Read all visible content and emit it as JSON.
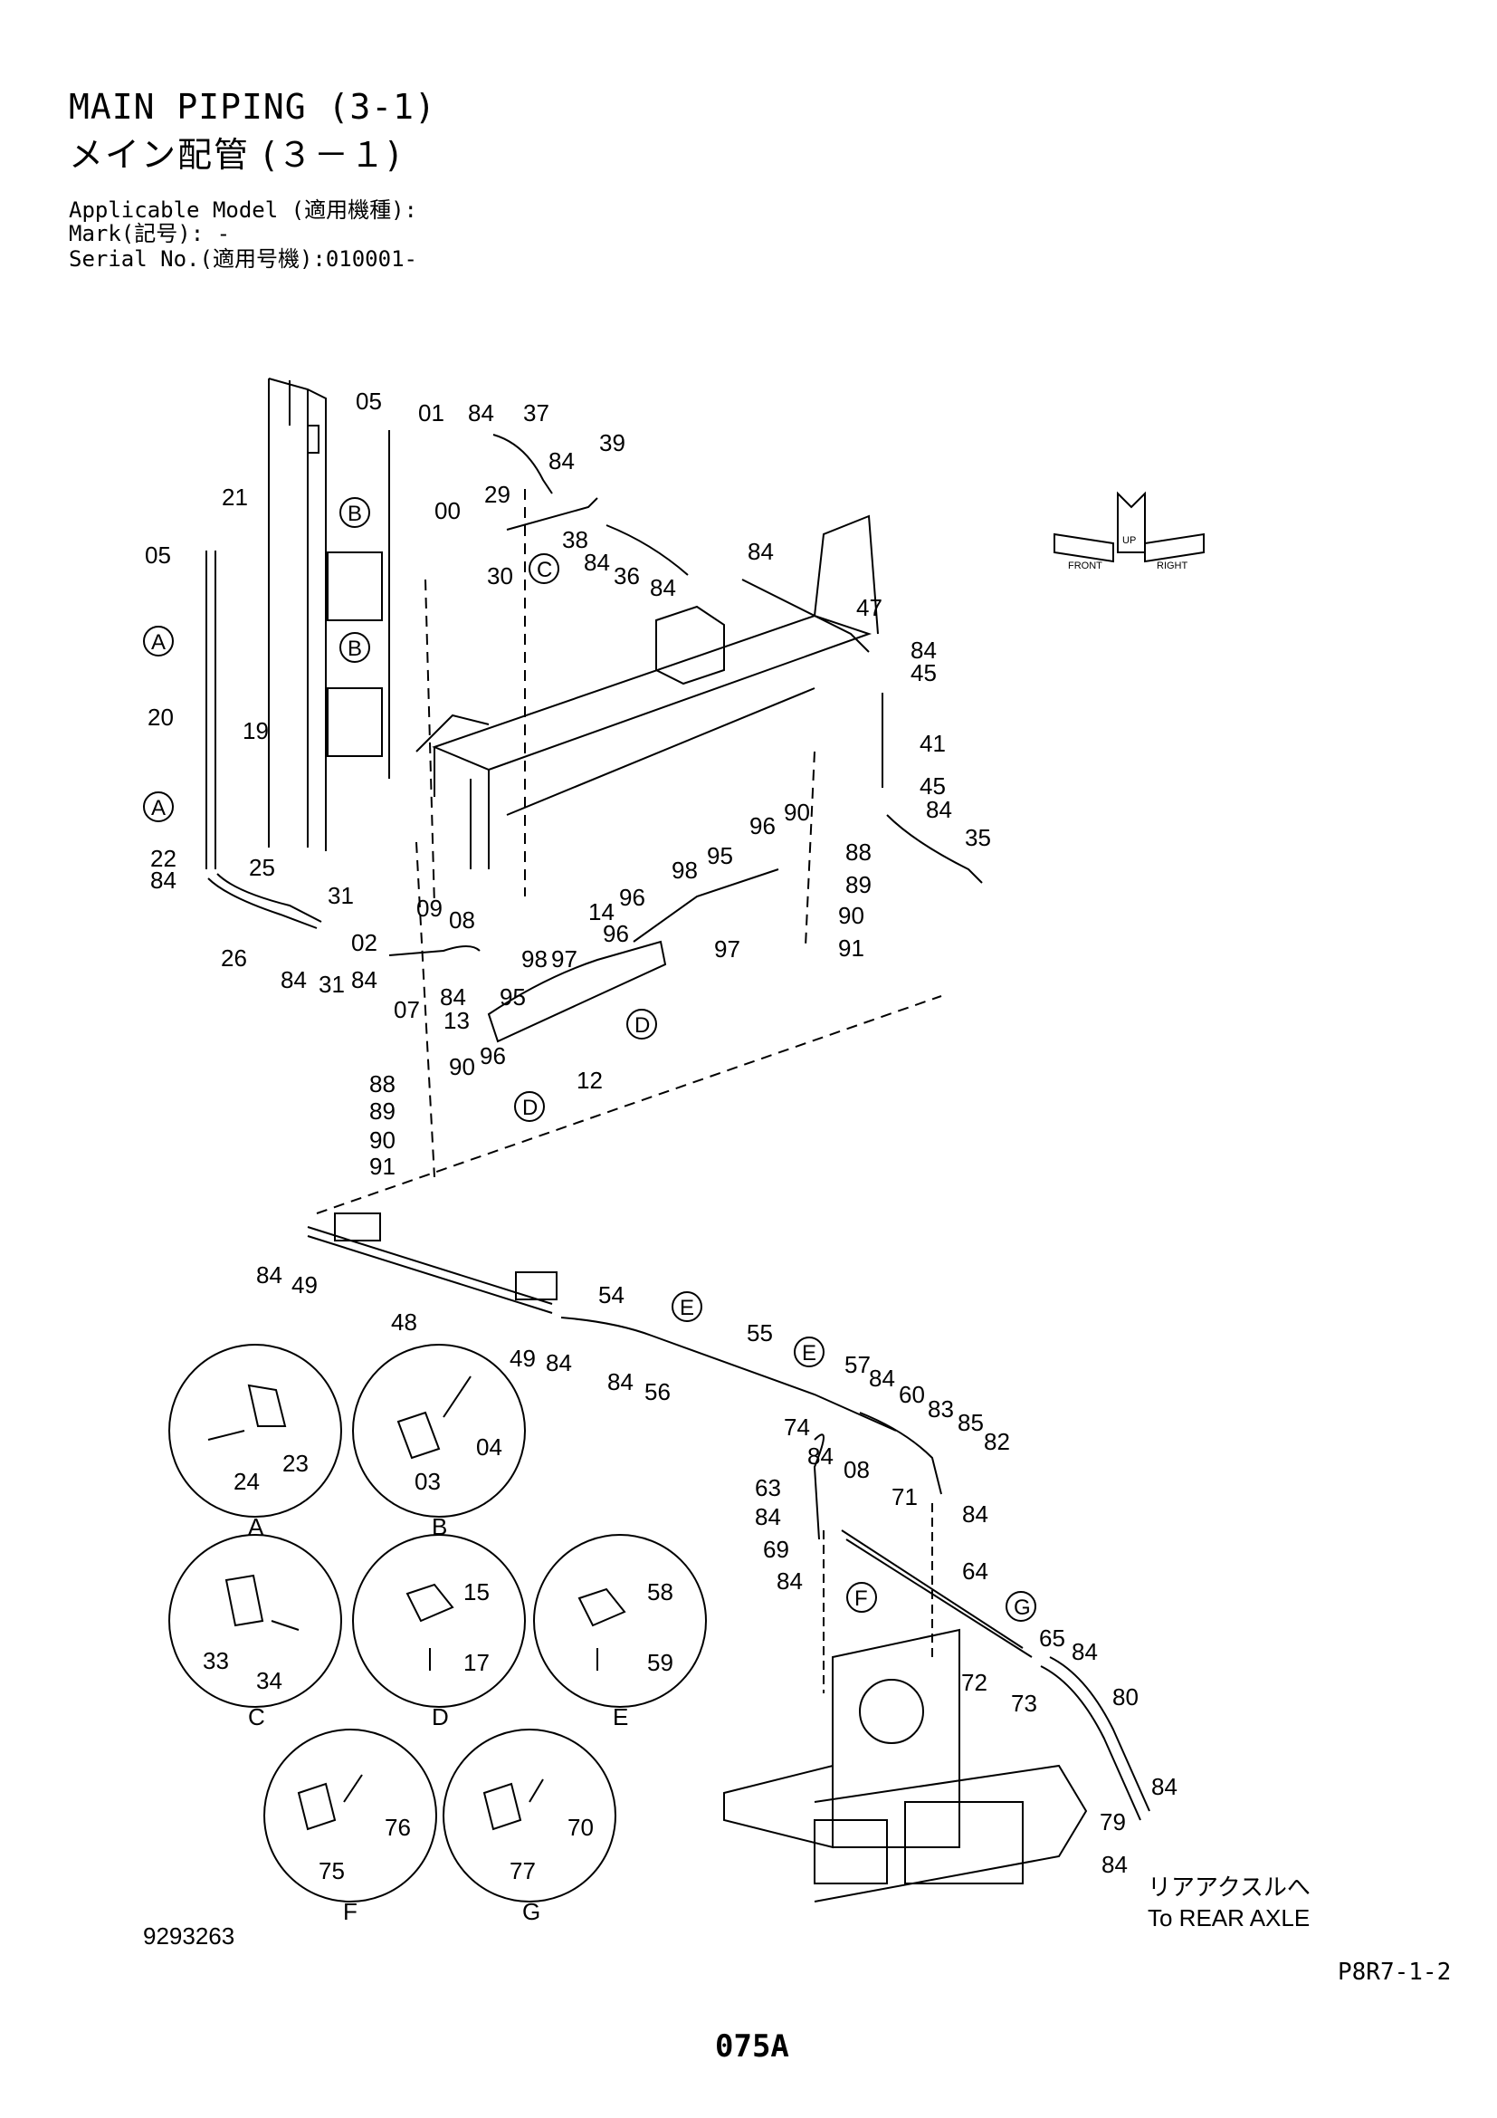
{
  "header": {
    "title_en": "MAIN PIPING (3-1)",
    "title_jp": "メイン配管 (３－１)",
    "applicable_model_label": "Applicable Model (適用機種):",
    "mark_label": "Mark(記号): -",
    "serial_label": "Serial No.(適用号機):010001-"
  },
  "footer": {
    "drawing_number": "9293263",
    "page_reference": "P8R7-1-2",
    "page_number": "075A"
  },
  "direction_indicator": {
    "labels": [
      "FRONT",
      "RIGHT",
      "UP"
    ]
  },
  "rear_axle_note": {
    "jp": "リアアクスルへ",
    "en": "To REAR AXLE"
  },
  "detail_views": [
    {
      "letter": "A",
      "parts": [
        "23",
        "24"
      ]
    },
    {
      "letter": "B",
      "parts": [
        "04",
        "03"
      ]
    },
    {
      "letter": "C",
      "parts": [
        "33",
        "34"
      ]
    },
    {
      "letter": "D",
      "parts": [
        "15",
        "17"
      ]
    },
    {
      "letter": "E",
      "parts": [
        "58",
        "59"
      ]
    },
    {
      "letter": "F",
      "parts": [
        "76",
        "75"
      ]
    },
    {
      "letter": "G",
      "parts": [
        "70",
        "77"
      ]
    }
  ],
  "callouts": [
    "05",
    "01",
    "84",
    "37",
    "39",
    "84",
    "29",
    "38",
    "30",
    "84",
    "36",
    "84",
    "84",
    "47",
    "84",
    "45",
    "41",
    "45",
    "84",
    "35",
    "21",
    "05",
    "00",
    "20",
    "19",
    "22",
    "84",
    "25",
    "26",
    "31",
    "84",
    "31",
    "84",
    "02",
    "09",
    "08",
    "07",
    "84",
    "13",
    "98",
    "95",
    "97",
    "96",
    "14",
    "96",
    "98",
    "95",
    "97",
    "96",
    "90",
    "88",
    "89",
    "90",
    "91",
    "12",
    "88",
    "89",
    "90",
    "91",
    "90",
    "96",
    "84",
    "49",
    "48",
    "54",
    "49",
    "84",
    "84",
    "56",
    "55",
    "57",
    "84",
    "60",
    "83",
    "85",
    "82",
    "74",
    "84",
    "71",
    "84",
    "08",
    "63",
    "84",
    "69",
    "84",
    "64",
    "65",
    "84",
    "73",
    "72",
    "80",
    "84",
    "79",
    "84"
  ],
  "section_markers": [
    "A",
    "A",
    "B",
    "B",
    "C",
    "D",
    "D",
    "E",
    "E",
    "F",
    "G"
  ]
}
